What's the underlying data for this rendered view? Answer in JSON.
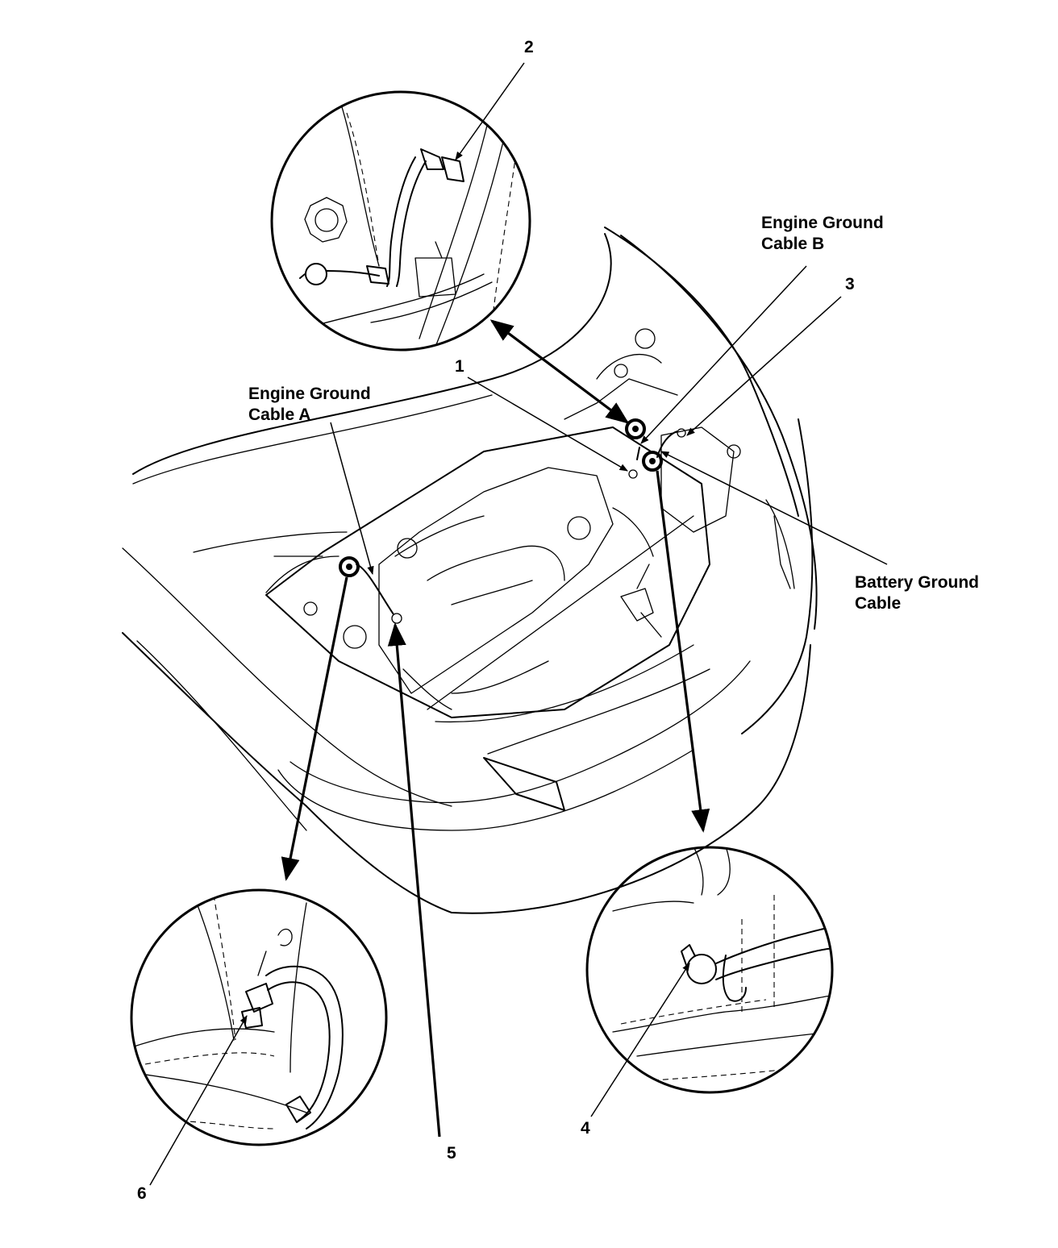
{
  "callout_numbers": {
    "n1": "1",
    "n2": "2",
    "n3": "3",
    "n4": "4",
    "n5": "5",
    "n6": "6"
  },
  "labels": {
    "engine_ground_cable_a": [
      "Engine Ground",
      "Cable A"
    ],
    "engine_ground_cable_b": [
      "Engine Ground",
      "Cable B"
    ],
    "battery_ground_cable": [
      "Battery Ground",
      "Cable"
    ]
  },
  "colors": {
    "line": "#000000",
    "background": "#ffffff"
  }
}
